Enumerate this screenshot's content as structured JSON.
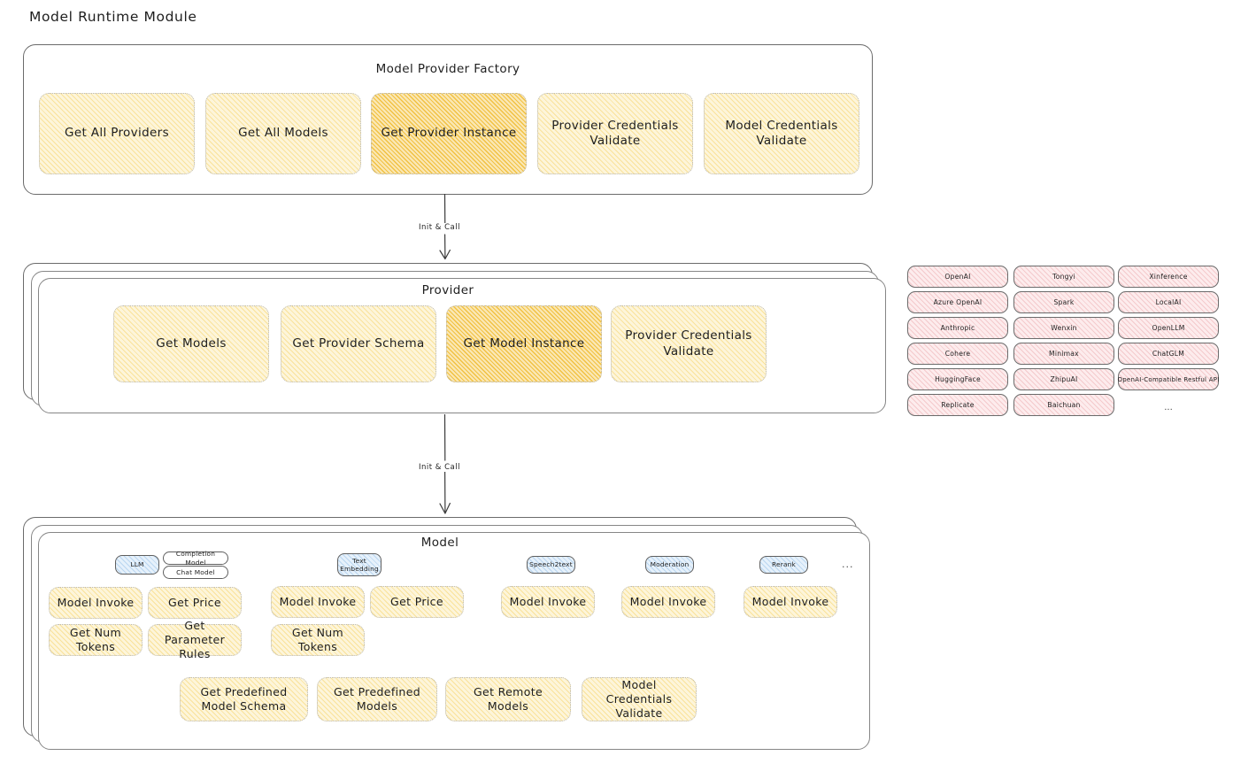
{
  "diagram": {
    "title": "Model Runtime Module",
    "type": "architecture-block-diagram"
  },
  "factory": {
    "title": "Model Provider Factory",
    "items": [
      {
        "label": "Get All Providers",
        "highlighted": false
      },
      {
        "label": "Get All Models",
        "highlighted": false
      },
      {
        "label": "Get Provider Instance",
        "highlighted": true
      },
      {
        "label": "Provider Credentials Validate",
        "highlighted": false
      },
      {
        "label": "Model Credentials Validate",
        "highlighted": false
      }
    ]
  },
  "arrows": {
    "factory_to_provider": "Init & Call",
    "provider_to_model": "Init & Call"
  },
  "provider": {
    "title": "Provider",
    "items": [
      {
        "label": "Get Models",
        "highlighted": false
      },
      {
        "label": "Get Provider Schema",
        "highlighted": false
      },
      {
        "label": "Get Model Instance",
        "highlighted": true
      },
      {
        "label": "Provider Credentials Validate",
        "highlighted": false
      }
    ]
  },
  "provider_list": {
    "columns": [
      [
        "OpenAI",
        "Azure OpenAI",
        "Anthropic",
        "Cohere",
        "HuggingFace",
        "Replicate"
      ],
      [
        "Tongyi",
        "Spark",
        "Wenxin",
        "Minimax",
        "ZhipuAI",
        "Baichuan"
      ],
      [
        "Xinference",
        "LocalAI",
        "OpenLLM",
        "ChatGLM",
        "OpenAI-Compatible Restful API"
      ]
    ],
    "ellipsis": "..."
  },
  "model": {
    "title": "Model",
    "ellipsis": "...",
    "types": [
      {
        "badge": "LLM",
        "badge_style": "blue",
        "sub_badges": [
          "Completion Model",
          "Chat Model"
        ],
        "methods": [
          {
            "label": "Model Invoke",
            "highlighted": true
          },
          {
            "label": "Get Price",
            "highlighted": false
          },
          {
            "label": "Get Num Tokens",
            "highlighted": false
          },
          {
            "label": "Get Parameter Rules",
            "highlighted": false
          }
        ]
      },
      {
        "badge": "Text Embedding",
        "badge_style": "blue",
        "sub_badges": [],
        "methods": [
          {
            "label": "Model Invoke",
            "highlighted": true
          },
          {
            "label": "Get Price",
            "highlighted": false
          },
          {
            "label": "Get Num Tokens",
            "highlighted": false
          }
        ]
      },
      {
        "badge": "Speech2text",
        "badge_style": "blue",
        "sub_badges": [],
        "methods": [
          {
            "label": "Model Invoke",
            "highlighted": true
          }
        ]
      },
      {
        "badge": "Moderation",
        "badge_style": "blue",
        "sub_badges": [],
        "methods": [
          {
            "label": "Model Invoke",
            "highlighted": true
          }
        ]
      },
      {
        "badge": "Rerank",
        "badge_style": "blue",
        "sub_badges": [],
        "methods": [
          {
            "label": "Model Invoke",
            "highlighted": true
          }
        ]
      }
    ],
    "shared_methods": [
      "Get Predefined Model Schema",
      "Get Predefined Models",
      "Get Remote Models",
      "Model Credentials Validate"
    ]
  },
  "colors": {
    "chip_fill": "#fdf5da",
    "chip_highlight_fill": "#fae7b4",
    "pill_fill": "#fdeced",
    "badge_blue_fill": "#e6f1fb",
    "border": "#6b6b6b",
    "text": "#1e1e1e"
  }
}
